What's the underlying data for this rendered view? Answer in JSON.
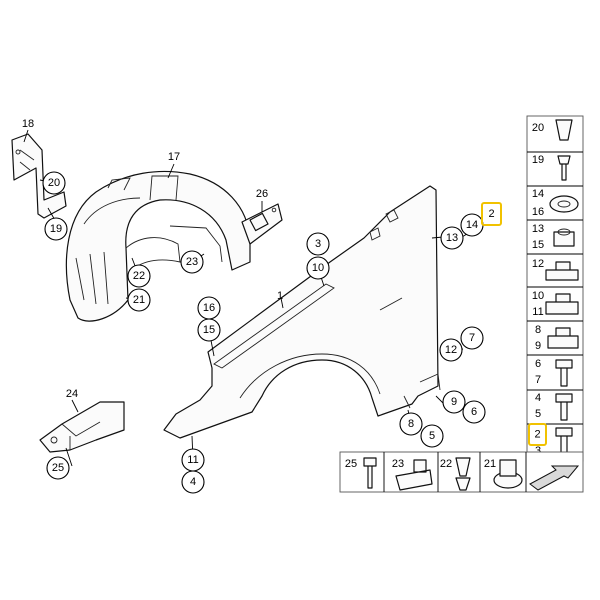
{
  "diagram": {
    "highlight_color": "#f1c200",
    "callouts": {
      "c1": "1",
      "c2_top": "2",
      "c2_table": "2",
      "c3_top": "3",
      "c3_table": "3",
      "c4_fender": "4",
      "c4_table": "4",
      "c5_top": "5",
      "c5_table": "5",
      "c6_top": "6",
      "c6_table": "6",
      "c7_top": "7",
      "c7_table": "7",
      "c8_top": "8",
      "c8_table": "8",
      "c9_top": "9",
      "c9_table": "9",
      "c10_top": "10",
      "c10_table": "10",
      "c11_top": "11",
      "c11_table": "11",
      "c12_top": "12",
      "c12_table": "12",
      "c13_top": "13",
      "c13_table": "13",
      "c14_top": "14",
      "c14_table": "14",
      "c15_top": "15",
      "c15_table": "15",
      "c16_top": "16",
      "c16_table": "16",
      "c17": "17",
      "c18": "18",
      "c19_top": "19",
      "c19_table": "19",
      "c20_top": "20",
      "c20_table": "20",
      "c21_top": "21",
      "c21_table": "21",
      "c22_top": "22",
      "c22_table": "22",
      "c23_top": "23",
      "c23_table": "23",
      "c24": "24",
      "c25_top": "25",
      "c25_table": "25",
      "c26": "26"
    }
  }
}
